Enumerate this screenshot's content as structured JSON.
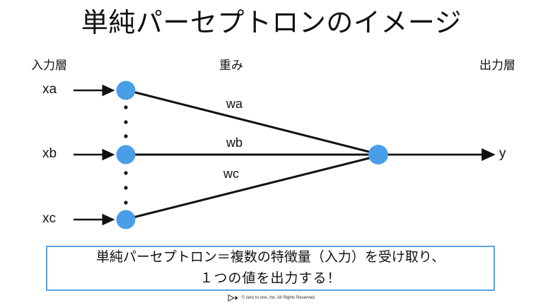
{
  "slide": {
    "title": "単純パーセプトロンのイメージ",
    "background_color": "#ffffff",
    "node_color": "#4a9ee8",
    "line_color": "#111111",
    "caption_border_color": "#5ba3e0"
  },
  "columns": {
    "input_layer": "入力層",
    "weights": "重み",
    "output_layer": "出力層"
  },
  "inputs": [
    {
      "label": "xa",
      "weight": "wa"
    },
    {
      "label": "xb",
      "weight": "wb"
    },
    {
      "label": "xc",
      "weight": "wc"
    }
  ],
  "output": {
    "label": "y"
  },
  "caption": {
    "line1": "単純パーセプトロン＝複数の特徴量（入力）を受け取り、",
    "line2": "１つの値を出力する！"
  },
  "footer": {
    "text": "©  zero to one, Inc. All Rights Reserved.",
    "logo": "play-triangle-icon"
  }
}
